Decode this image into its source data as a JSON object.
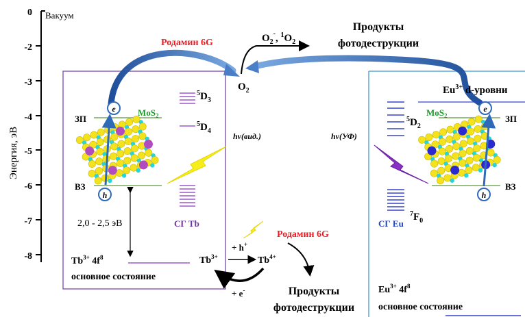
{
  "axis": {
    "title": "Энергия, эВ",
    "vacuum_label": "Вакуум",
    "ticks": [
      "0",
      "-2",
      "-3",
      "-4",
      "-5",
      "-6",
      "-7",
      "-8"
    ]
  },
  "colors": {
    "tb_box": "#8a5fb8",
    "eu_box": "#5aa8d8",
    "arrow_blue": "#2f6ab8",
    "red_text": "#ee1c24",
    "green_text": "#1c9a2a",
    "purple_text": "#7030a0",
    "blue_text": "#1f3fbf",
    "tb_level": "#9b59c8",
    "eu_level": "#3344cc",
    "yellow_bolt": "#f5ee1a",
    "violet_bolt": "#8a2fc4",
    "band_line": "#5a9a3a"
  },
  "top": {
    "rhodamine": "Родамин 6G",
    "o2": "O",
    "o2_sub": "2",
    "radicals": {
      "a": "O",
      "a_sub": "2",
      "a_sup": "-",
      "sep": ", ",
      "b_sup": "1",
      "b": "O",
      "b_sub": "2"
    },
    "products_line1": "Продукты",
    "products_line2": "фотодеструкции"
  },
  "tb": {
    "cb": "ЗП",
    "vb": "ВЗ",
    "mos2": "MoS",
    "mos2_sub": "2",
    "electron": "e",
    "hole": "h",
    "level_5d3": "D",
    "level_5d3_sup": "5",
    "level_5d3_sub": "3",
    "level_5d4": "D",
    "level_5d4_sup": "5",
    "level_5d4_sub": "4",
    "hv": "hν(вид.)",
    "gap": "2,0 - 2,5 эВ",
    "sg": "СГ Tb",
    "ground_line1_main": "Tb",
    "ground_line1_sup": "3+",
    "ground_line1_rest": " 4f",
    "ground_line1_rest_sup": "8",
    "ground_line2": "основное состояние",
    "tb3": "Tb",
    "tb3_sup": "3+",
    "tb4": "Tb",
    "tb4_sup": "4+",
    "plus_h": "+ h",
    "plus_h_sup": "+",
    "plus_e": "+ e",
    "plus_e_sup": "-",
    "rhodamine": "Родамин 6G",
    "products_line1": "Продукты",
    "products_line2": "фотодеструкции"
  },
  "eu": {
    "d_levels": "Eu",
    "d_levels_sup": "3+",
    "d_levels_rest": " d-уровни",
    "cb": "ЗП",
    "vb": "ВЗ",
    "mos2": "MoS",
    "mos2_sub": "2",
    "electron": "e",
    "hole": "h",
    "level_5d2": "D",
    "level_5d2_sup": "5",
    "level_5d2_sub": "2",
    "level_7f0": "F",
    "level_7f0_sup": "7",
    "level_7f0_sub": "0",
    "hv": "hν(УФ)",
    "sg": "СГ Eu",
    "ground_line1_main": "Eu",
    "ground_line1_sup": "3+",
    "ground_line1_rest": " 4f",
    "ground_line1_rest_sup": "8",
    "ground_line2": "основное состояние"
  }
}
